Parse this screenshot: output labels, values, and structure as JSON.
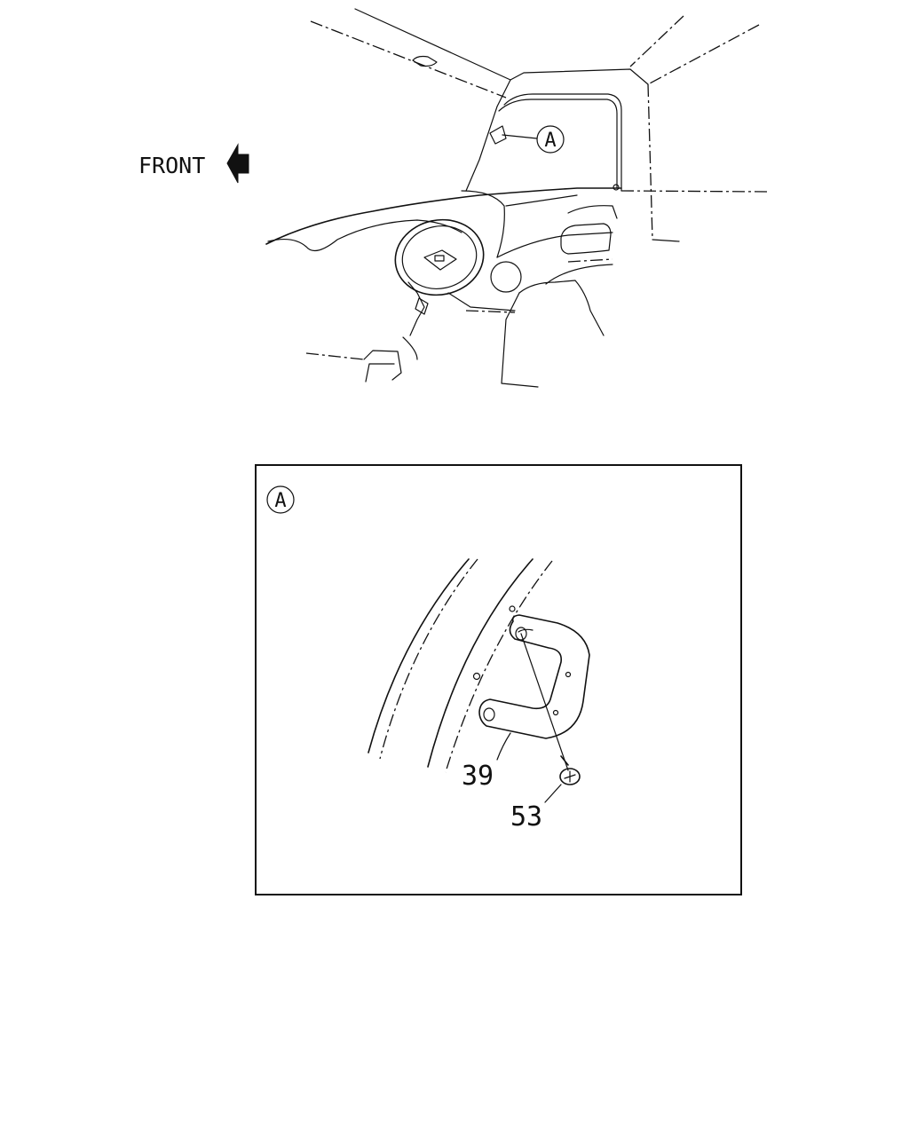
{
  "front_label": "FRONT",
  "detail_letter": "A",
  "callouts": {
    "bracket": "39",
    "screw": "53"
  },
  "icons": {
    "front_arrow": "left-arrow-icon",
    "screw": "screw-head-icon"
  }
}
